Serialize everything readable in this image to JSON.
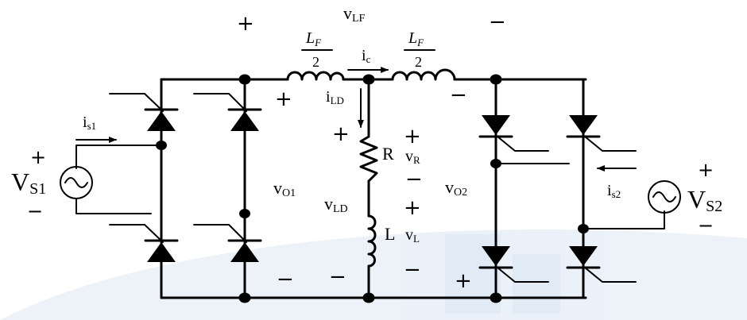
{
  "colors": {
    "wire": "#000000",
    "watermark": "#dce7f3",
    "background": "#ffffff"
  },
  "labels": {
    "v_lf": "v",
    "v_lf_sub": "LF",
    "lf_num": "L",
    "lf_num_sub": "F",
    "lf_den": "2",
    "ic": "i",
    "ic_sub": "c",
    "ild": "i",
    "ild_sub": "LD",
    "is1": "i",
    "is1_sub": "s1",
    "is2": "i",
    "is2_sub": "s2",
    "vs1": "V",
    "vs1_sub": "S1",
    "vs2": "V",
    "vs2_sub": "S2",
    "vo1": "v",
    "vo1_sub": "O1",
    "vo2": "v",
    "vo2_sub": "O2",
    "vld": "v",
    "vld_sub": "LD",
    "vr": "v",
    "vr_sub": "R",
    "vl": "v",
    "vl_sub": "L",
    "r": "R",
    "l": "L",
    "plus": "+",
    "minus": "−"
  }
}
